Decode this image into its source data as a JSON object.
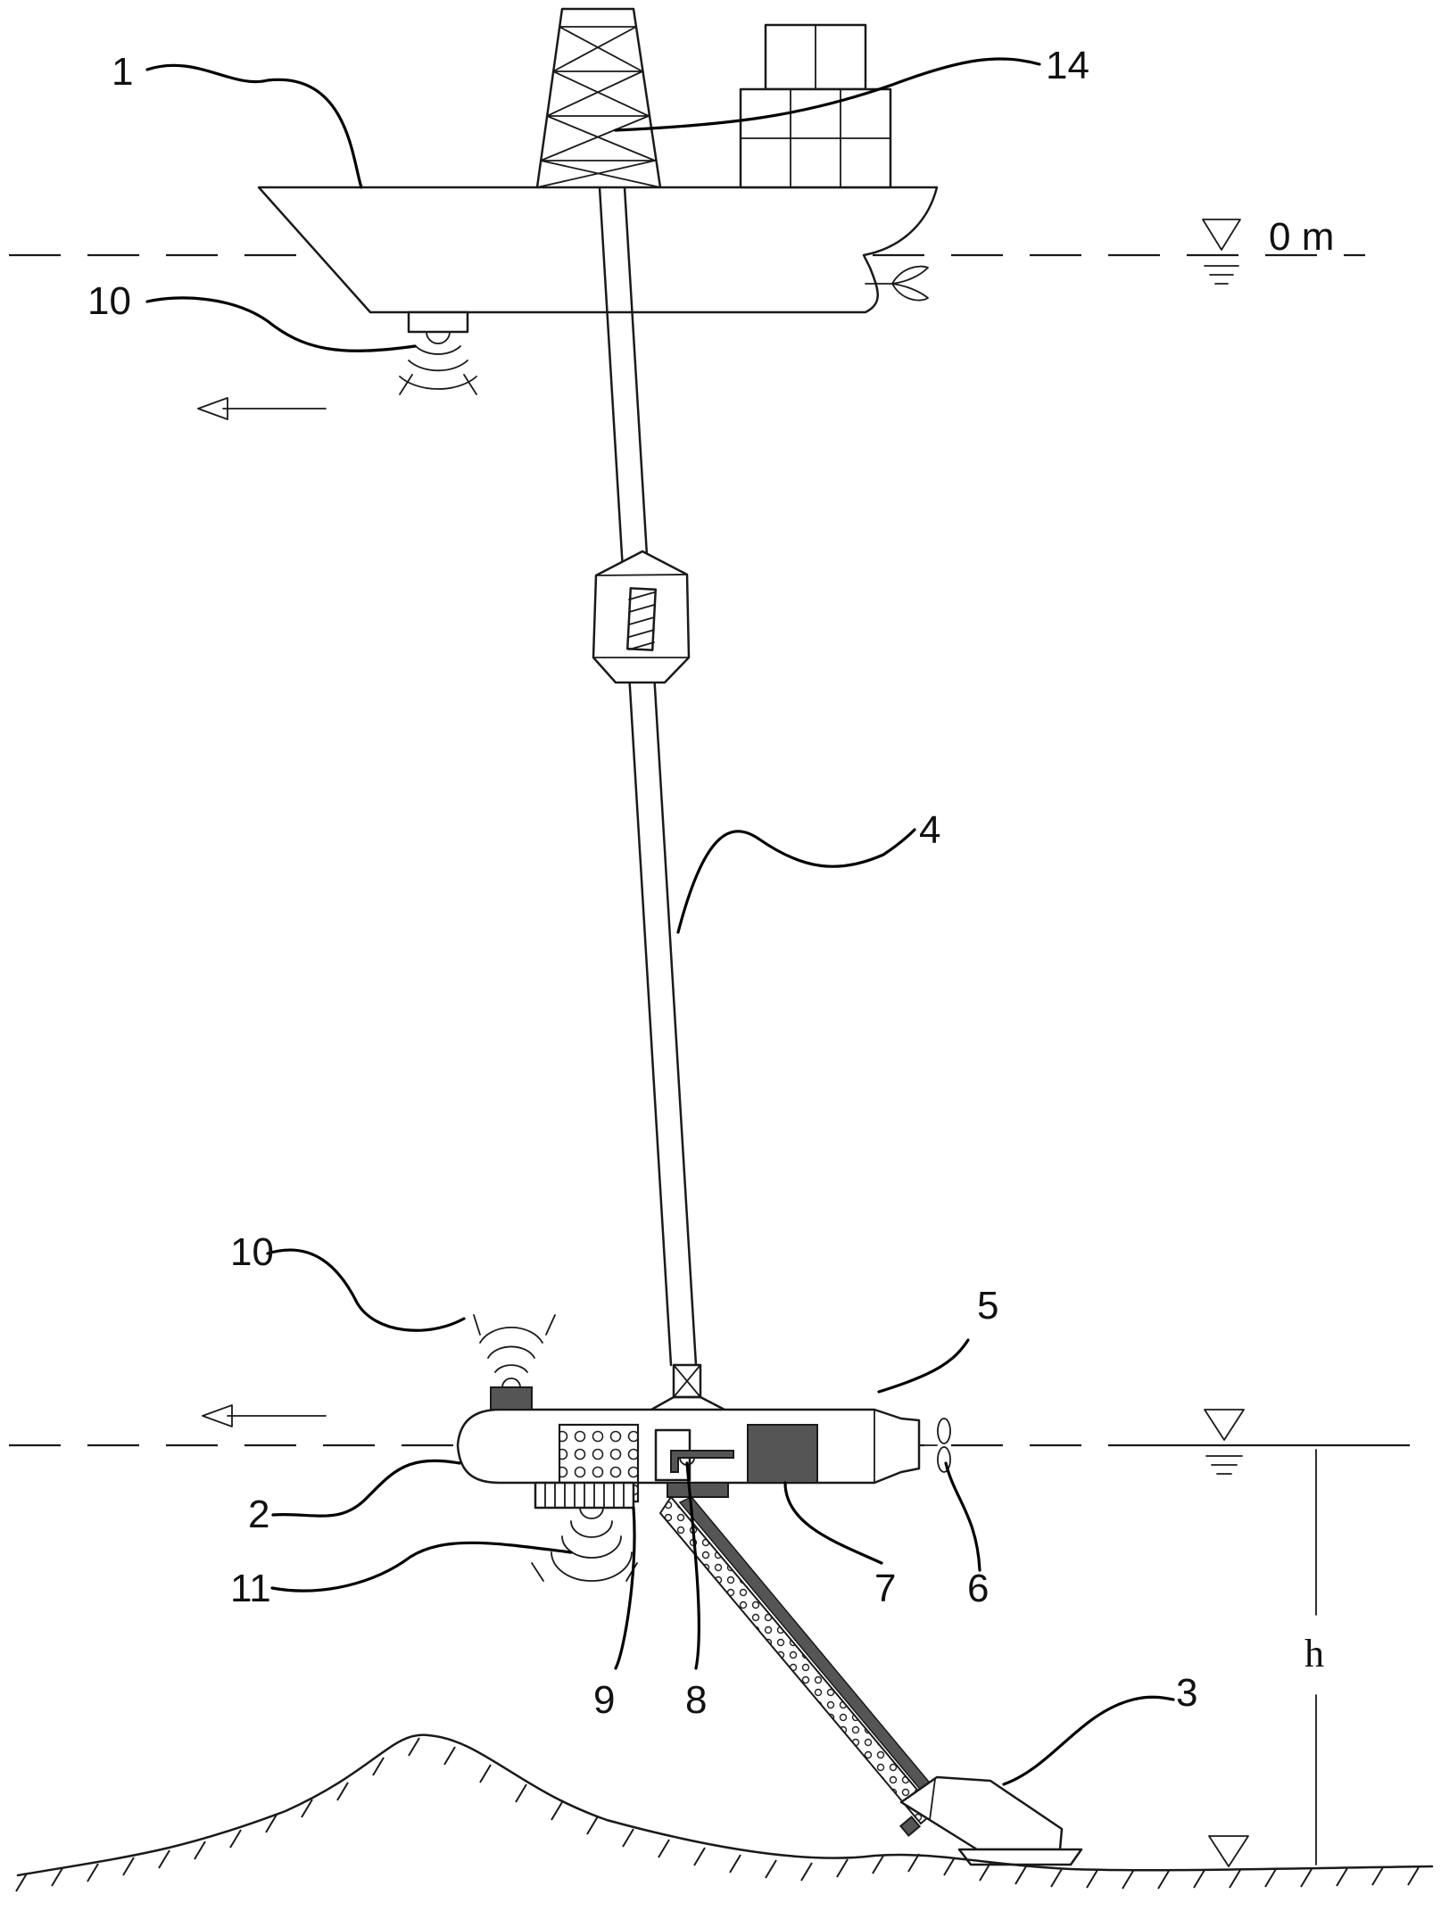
{
  "labels": {
    "ship": "1",
    "collector_vehicle": "2",
    "mining_head": "3",
    "riser_pipe": "4",
    "relay_body": "5",
    "propeller": "6",
    "dark_unit": "7",
    "valve": "8",
    "storage_bin": "9",
    "beacon_top": "10",
    "beacon_relay": "10",
    "sonar": "11",
    "derrick": "14"
  },
  "water_level": "0 m",
  "depth_symbol": "h"
}
